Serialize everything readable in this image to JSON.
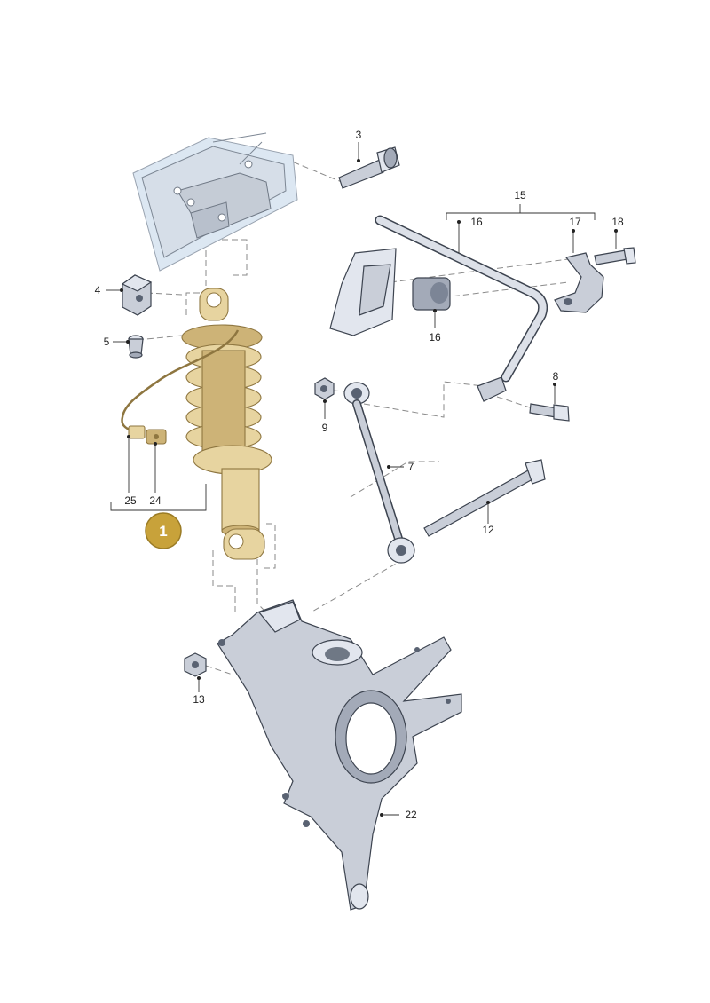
{
  "callout": {
    "main_part": "1"
  },
  "labels": {
    "l3": "3",
    "l4": "4",
    "l5": "5",
    "l7": "7",
    "l8": "8",
    "l9": "9",
    "l12": "12",
    "l13": "13",
    "l15": "15",
    "l16a": "16",
    "l16b": "16",
    "l17": "17",
    "l18": "18",
    "l22": "22",
    "l24": "24",
    "l25": "25"
  },
  "colors": {
    "highlight": "#e7d4a0",
    "callout_fill": "#c8a23a",
    "metal": "#c9ced8"
  }
}
